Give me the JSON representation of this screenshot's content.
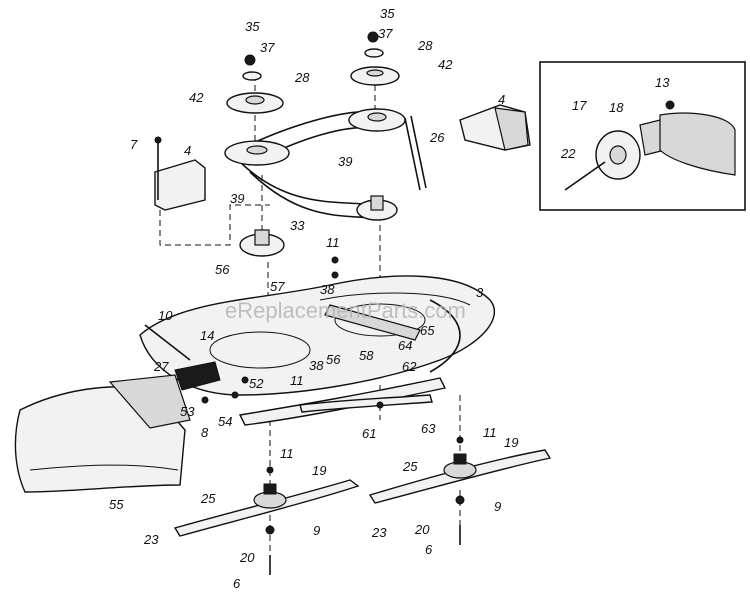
{
  "watermark": "eReplacementParts.com",
  "labels": {
    "l35a": "35",
    "l37a": "37",
    "l28a": "28",
    "l42a": "42",
    "l35b": "35",
    "l37b": "37",
    "l28b": "28",
    "l42b": "42",
    "l26": "26",
    "l4a": "4",
    "l7": "7",
    "l4b": "4",
    "l39a": "39",
    "l33": "33",
    "l39b": "39",
    "l13": "13",
    "l17": "17",
    "l18": "18",
    "l22": "22",
    "l11a": "11",
    "l38a": "38",
    "l3": "3",
    "l56a": "56",
    "l57": "57",
    "l10": "10",
    "l14": "14",
    "l65": "65",
    "l64": "64",
    "l56b": "56",
    "l58": "58",
    "l38b": "38",
    "l27": "27",
    "l52": "52",
    "l11b": "11",
    "l62": "62",
    "l53": "53",
    "l8": "8",
    "l54": "54",
    "l61": "61",
    "l63": "63",
    "l11c": "11",
    "l19a": "19",
    "l11d": "11",
    "l19b": "19",
    "l25a": "25",
    "l25b": "25",
    "l55": "55",
    "l23a": "23",
    "l9a": "9",
    "l23b": "23",
    "l9b": "9",
    "l20a": "20",
    "l20b": "20",
    "l6a": "6",
    "l6b": "6"
  }
}
